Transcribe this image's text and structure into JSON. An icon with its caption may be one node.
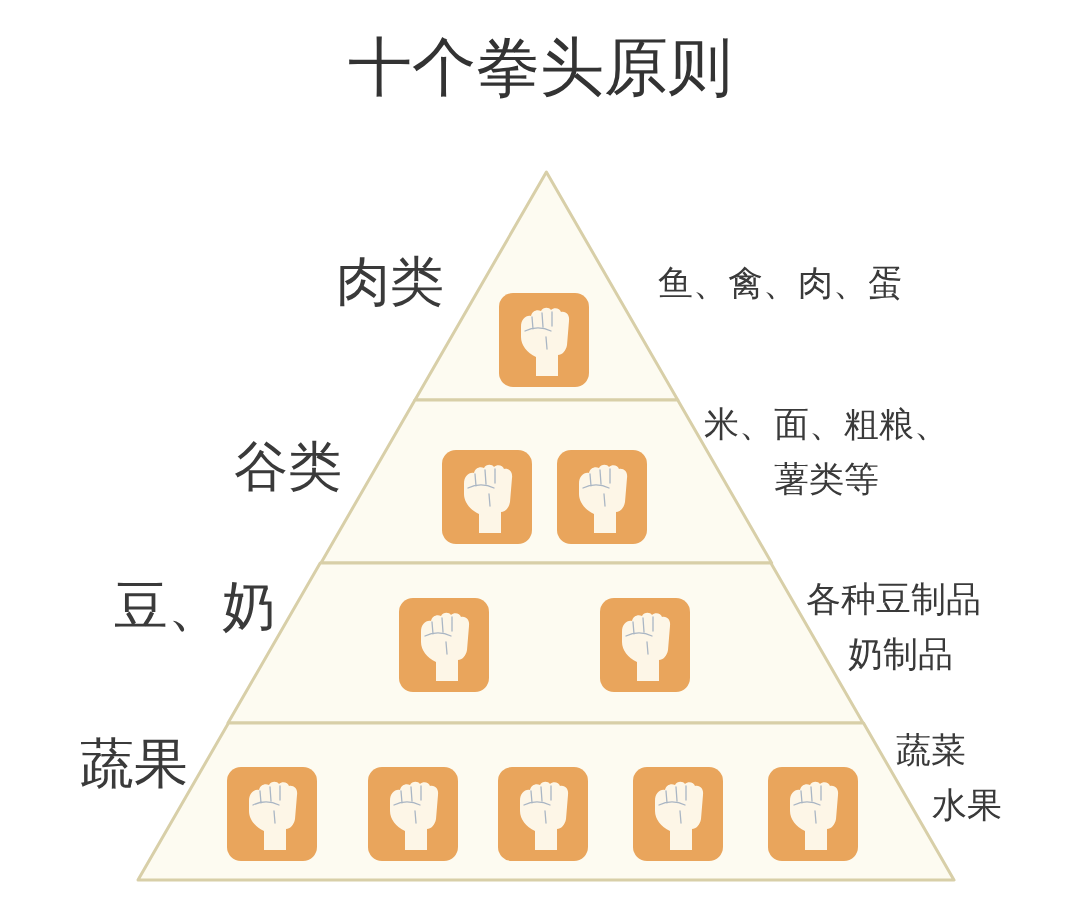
{
  "diagram": {
    "title": "十个拳头原则",
    "nodes": [
      {
        "text": [
          "肉类"
        ],
        "beside": [
          "鱼、禽、肉、蛋"
        ]
      },
      {
        "text": [],
        "shape": "picture",
        "in": 0
      },
      {
        "text": [
          "谷类"
        ],
        "beside": [
          "米、面、粗粮、薯类等"
        ]
      },
      {
        "text": [],
        "shape": "picture",
        "in": 2
      },
      {
        "text": [],
        "shape": "picture",
        "in": 2
      },
      {
        "text": [
          "豆、奶"
        ],
        "beside": [
          "各种豆制品",
          "奶制品"
        ]
      },
      {
        "text": [],
        "shape": "picture",
        "in": 5
      },
      {
        "text": [],
        "shape": "picture",
        "in": 5
      },
      {
        "text": [
          "蔬果"
        ],
        "beside": [
          "蔬菜",
          "水果"
        ]
      },
      {
        "text": [],
        "shape": "picture",
        "in": 8
      },
      {
        "text": [],
        "shape": "picture",
        "in": 8
      },
      {
        "text": [],
        "shape": "picture",
        "in": 8
      },
      {
        "text": [],
        "shape": "picture",
        "in": 8
      },
      {
        "text": [],
        "shape": "picture",
        "in": 8
      }
    ]
  }
}
